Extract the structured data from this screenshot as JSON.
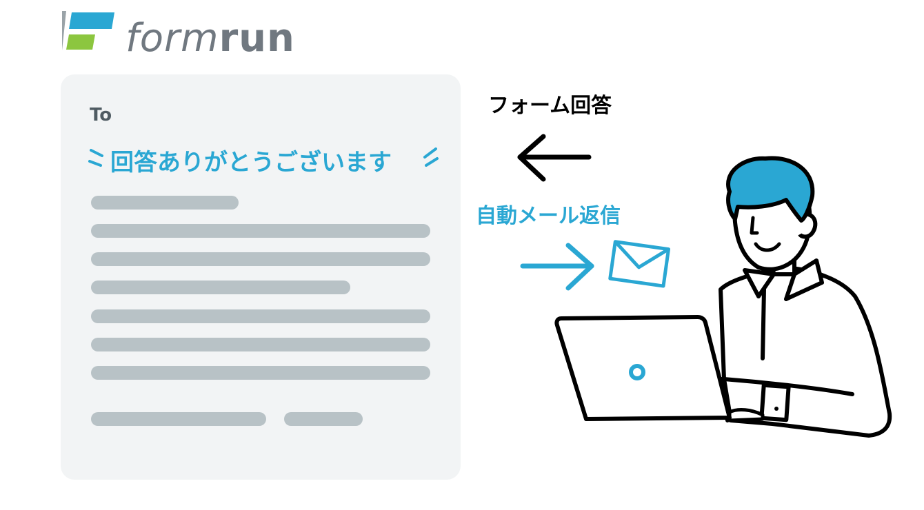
{
  "logo": {
    "text_thin": "form",
    "text_bold": "run"
  },
  "email": {
    "to_label": "To",
    "heading": "回答ありがとうございます",
    "placeholder_lines": 9
  },
  "flow": {
    "form_answer_label": "フォーム回答",
    "auto_reply_label": "自動メール返信"
  },
  "colors": {
    "accent_blue": "#2aa7d3",
    "accent_green": "#8cc63f",
    "logo_gray": "#707880",
    "card_bg": "#f2f4f5",
    "line_gray": "#b8c2c6"
  },
  "icons": {
    "arrow_left": "arrow-left-icon",
    "arrow_right": "arrow-right-icon",
    "envelope": "envelope-icon",
    "person_with_laptop": "person-laptop-illustration"
  }
}
